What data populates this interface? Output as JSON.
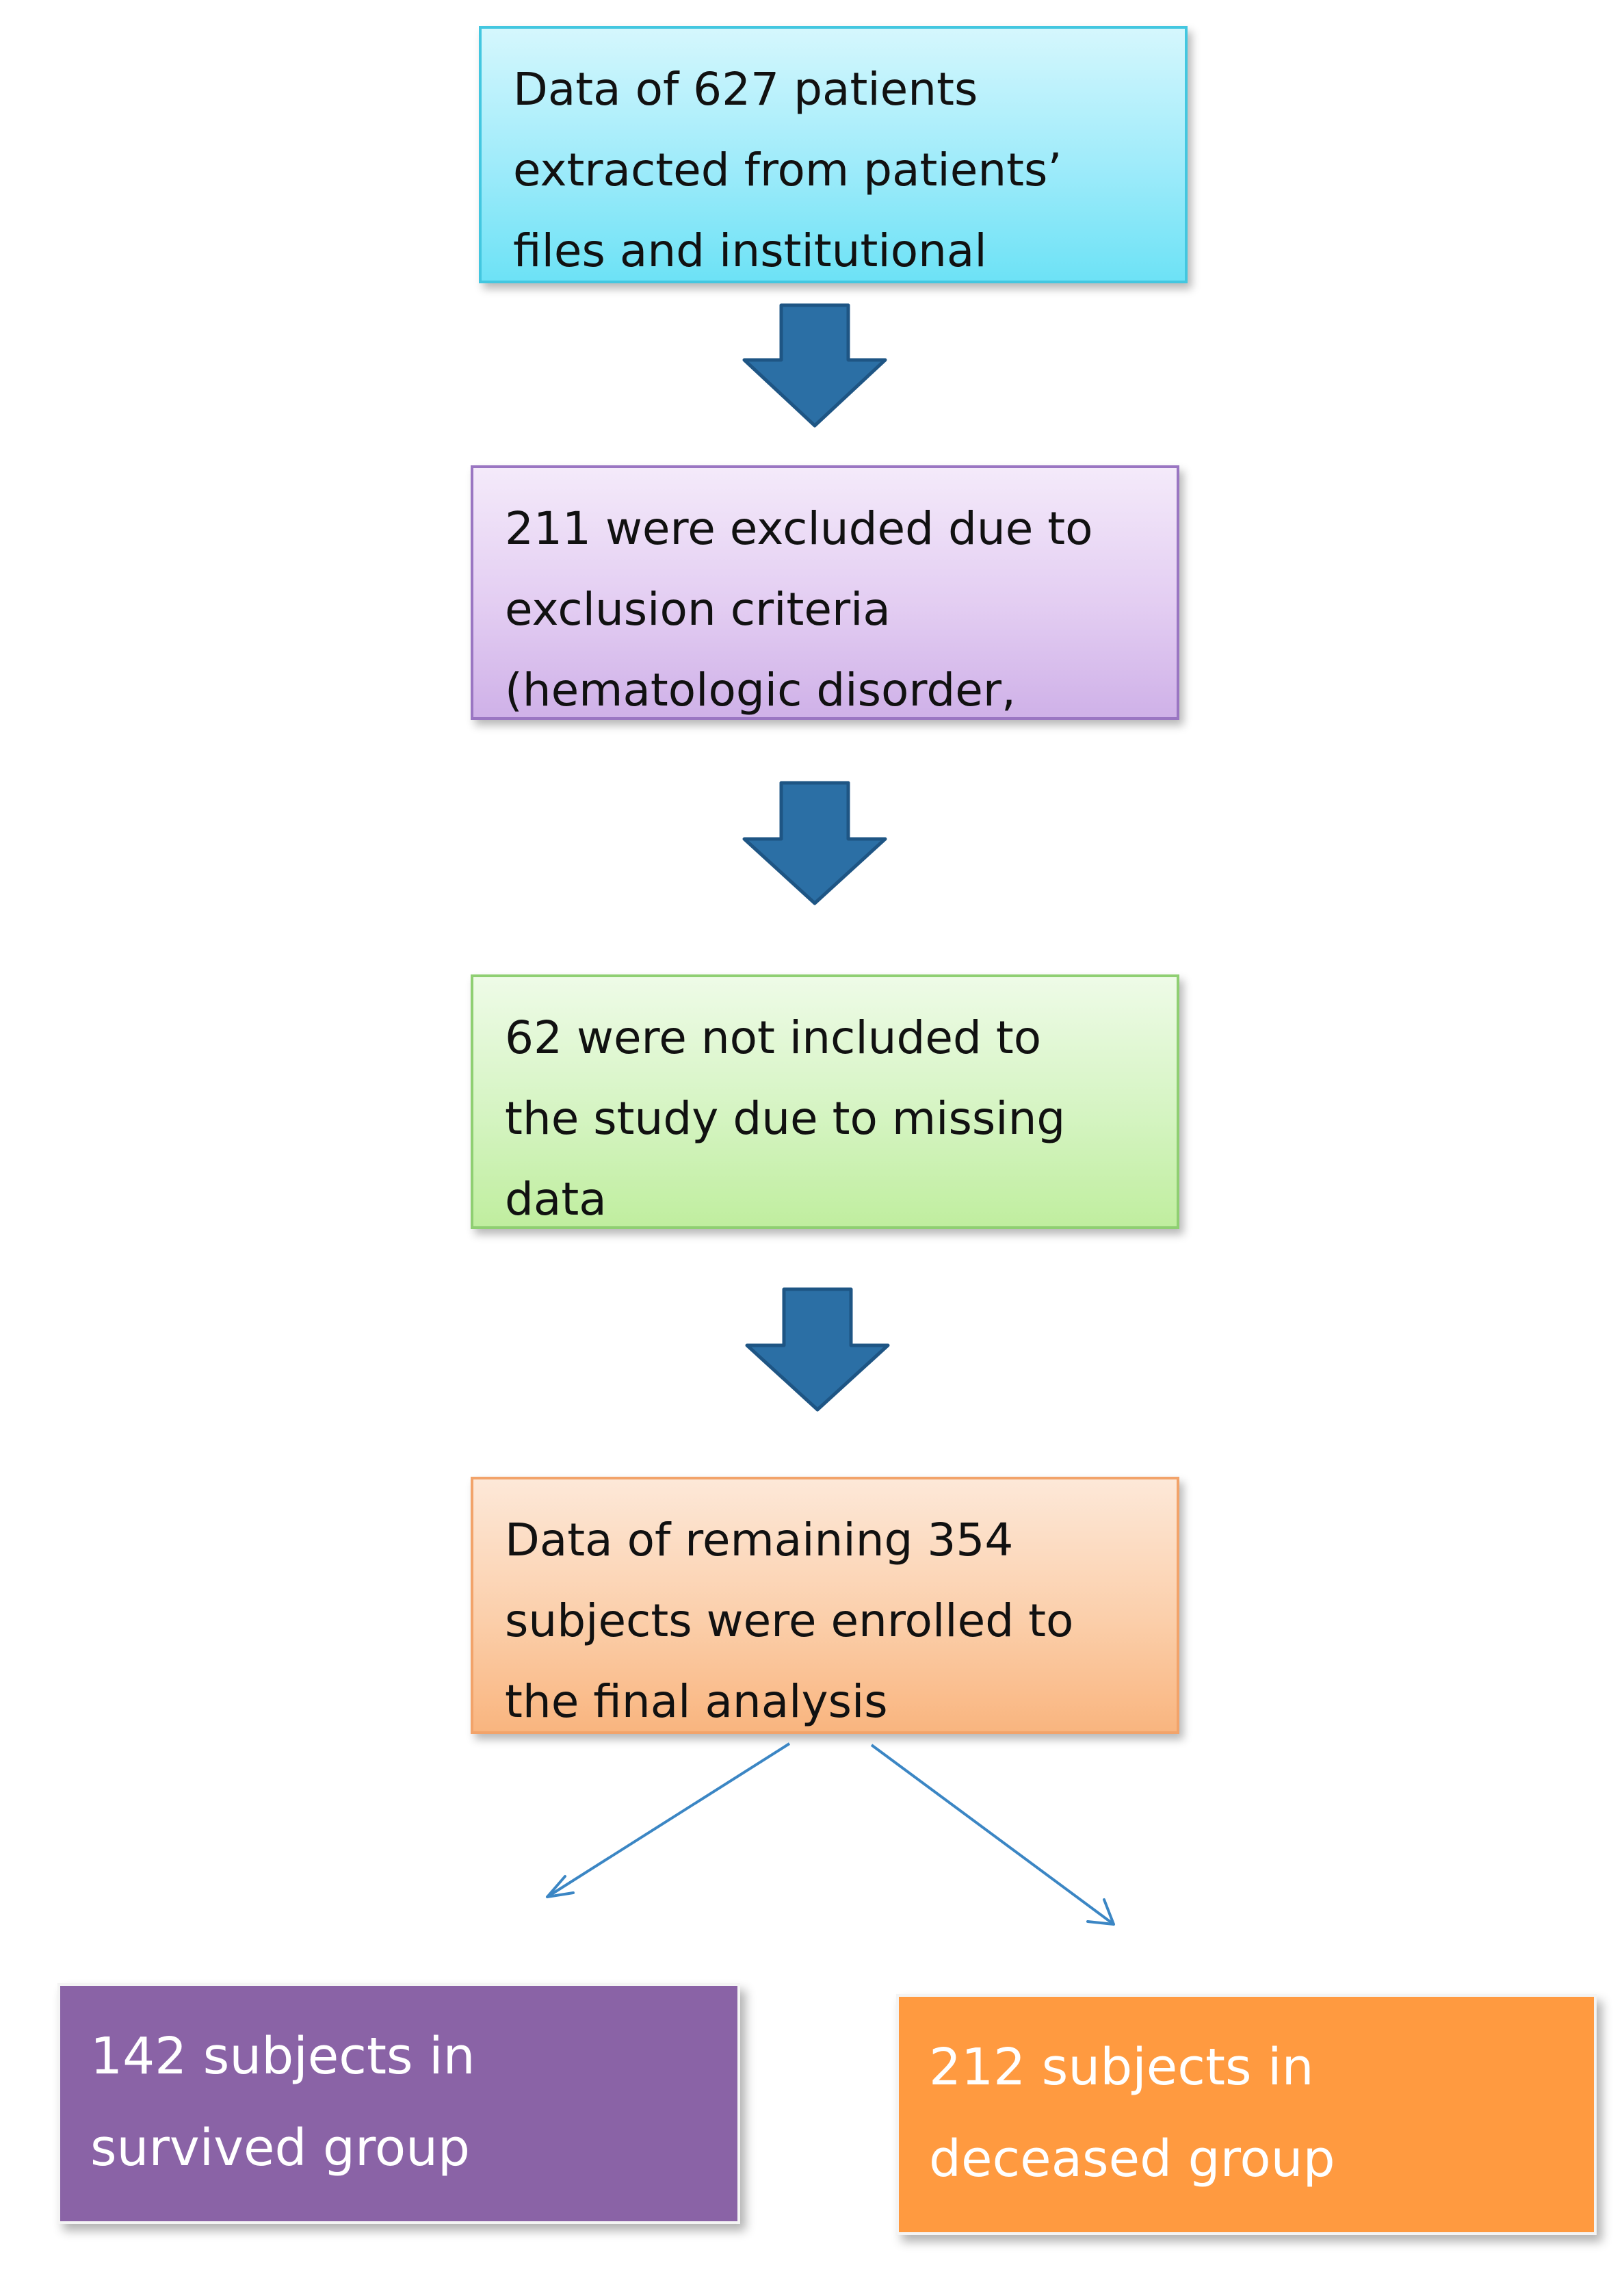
{
  "steps": [
    {
      "text": "Data of 627 patients\nextracted from  patients’\nfiles and institutional"
    },
    {
      "text": "211 were excluded due to\nexclusion criteria\n(hematologic disorder,"
    },
    {
      "text": "62 were not included to\nthe study due to missing\ndata"
    },
    {
      "text": "Data of remaining 354\nsubjects were enrolled to\nthe final analysis"
    }
  ],
  "outcomes": [
    {
      "text": "142 subjects in\nsurvived group"
    },
    {
      "text": "212 subjects in\ndeceased group"
    }
  ],
  "colors": {
    "step1_fill": "#9eebfa",
    "step2_fill": "#e3cdf2",
    "step3_fill": "#d5f4c2",
    "step4_fill": "#fbcfab",
    "survived_fill": "#8a63a6",
    "deceased_fill": "#ff9a40",
    "block_arrow": "#2b6fa5",
    "split_arrow": "#3b86c4"
  }
}
